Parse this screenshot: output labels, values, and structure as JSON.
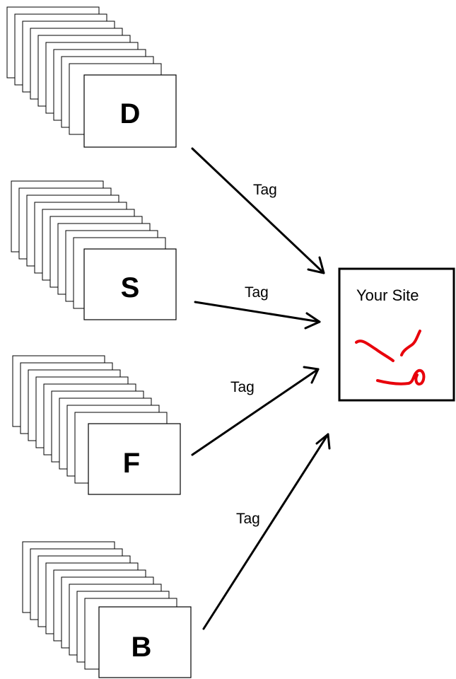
{
  "stacks": [
    {
      "letter": "D"
    },
    {
      "letter": "S"
    },
    {
      "letter": "F"
    },
    {
      "letter": "B"
    }
  ],
  "arrows": [
    {
      "label": "Tag"
    },
    {
      "label": "Tag"
    },
    {
      "label": "Tag"
    },
    {
      "label": "Tag"
    }
  ],
  "site": {
    "title": "Your Site",
    "scribble_color": "#e8000b"
  },
  "colors": {
    "line": "#000000",
    "background": "#ffffff"
  }
}
